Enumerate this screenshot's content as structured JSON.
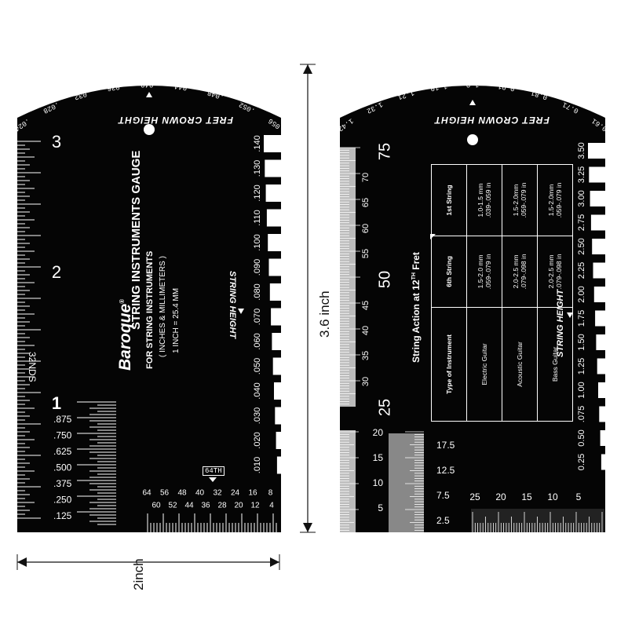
{
  "left_gauge": {
    "brand": "Baroque",
    "registered_mark": "®",
    "title": "STRING INSTRUMENTS GAUGE",
    "subtitle": "FOR STRING INSTRUMENTS",
    "units_note": "( INCHES & MILLIMETERS )",
    "conversion": "1 INCH = 25.4 MM",
    "fret_crown_label": "FRET CROWN HEIGHT",
    "fret_crown_values": [
      ".024",
      ".028",
      ".032",
      ".036",
      ".040",
      ".044",
      ".048",
      ".052",
      ".056"
    ],
    "string_height_label": "STRING HEIGHT",
    "string_height_values": [
      ".140",
      ".130",
      ".120",
      ".110",
      ".100",
      ".090",
      ".080",
      ".070",
      ".060",
      ".050",
      ".040",
      ".030",
      ".020",
      ".010"
    ],
    "ruler_major": [
      "3",
      "2",
      "1"
    ],
    "ruler_unit": "32NDS",
    "inch_fractions": [
      ".875",
      ".750",
      ".625",
      ".500",
      ".375",
      ".250",
      ".125"
    ],
    "sixtyfourth_label": "64TH",
    "sixtyfourth_top": [
      "64",
      "56",
      "48",
      "40",
      "32",
      "24",
      "16",
      "8"
    ],
    "sixtyfourth_bottom": [
      "60",
      "52",
      "44",
      "36",
      "28",
      "20",
      "12",
      "4"
    ]
  },
  "right_gauge": {
    "fret_crown_label": "FRET CROWN HEIGHT",
    "fret_crown_values": [
      "1.42",
      "1.32",
      "1.21",
      "1.10",
      "1.0",
      "0.91",
      "0.81",
      "0.71",
      "0.61"
    ],
    "string_height_label": "STRING HEIGHT",
    "string_height_values": [
      "3.50",
      "3.25",
      "3.00",
      "2.75",
      "2.50",
      "2.25",
      "2.00",
      "1.75",
      "1.50",
      "1.25",
      "1.00",
      ".075",
      "0.50",
      "0.25"
    ],
    "ruler_big": [
      "75",
      "50",
      "25"
    ],
    "ruler_small": [
      "70",
      "65",
      "60",
      "55",
      "45",
      "40",
      "35",
      "30"
    ],
    "ruler_lower": [
      "20",
      "15",
      "10",
      "5"
    ],
    "ruler_lower_half": [
      "17.5",
      "12.5",
      "7.5",
      "2.5"
    ],
    "ruler_bottom": [
      "25",
      "20",
      "15",
      "10",
      "5"
    ],
    "action_title": "String Action at 12",
    "action_title_sup": "TH",
    "action_title_end": " Fret",
    "table": {
      "headers": [
        "Type of Instrument",
        "6th String",
        "1st String"
      ],
      "rows": [
        {
          "name": "Electric Guitar",
          "s6a": "1.5-2.0 mm",
          "s6b": ".059-.079 in",
          "s1a": "1.0-1.5 mm",
          "s1b": ".039-.059 in"
        },
        {
          "name": "Acoustic Guitar",
          "s6a": "2.0-2.5 mm",
          "s6b": ".079-.098 in",
          "s1a": "1.5-2.0mm",
          "s1b": ".059-.079 in"
        },
        {
          "name": "Bass Guitar",
          "s6a": "2.0-2.5 mm",
          "s6b": ".079-.098 in",
          "s1a": "1.5-2.0mm",
          "s1b": ".059-.079 in"
        }
      ]
    }
  },
  "dimensions": {
    "height": "3.6 inch",
    "width": "2inch"
  }
}
